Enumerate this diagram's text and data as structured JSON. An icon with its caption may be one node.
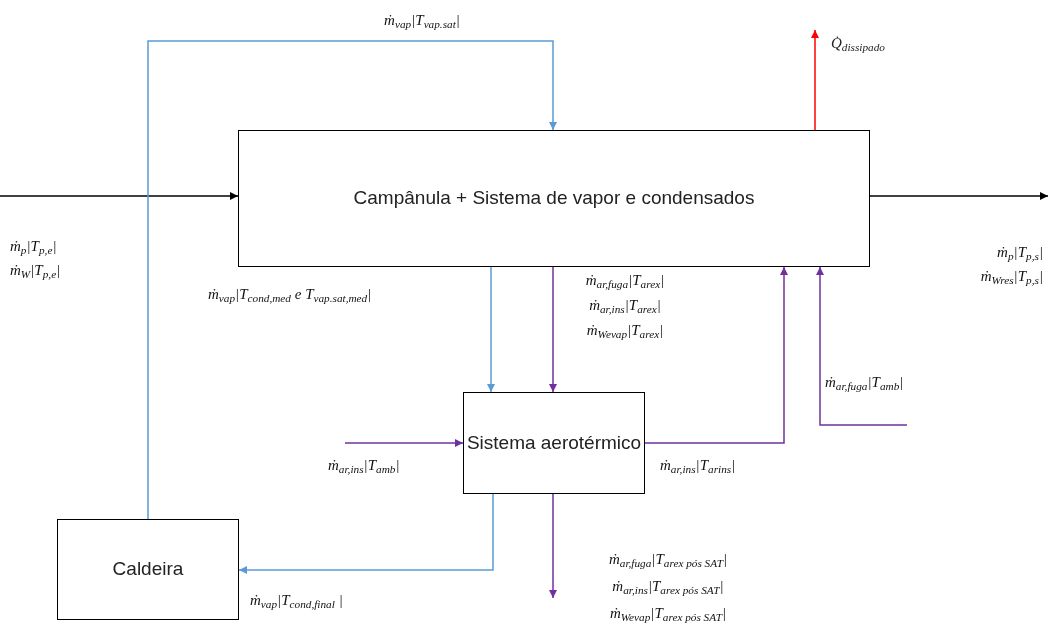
{
  "diagram": {
    "nodes": [
      {
        "text": [
          "Campânula + Sistema de vapor e condensados"
        ]
      },
      {
        "text": [
          "Sistema aerotérmico"
        ]
      },
      {
        "text": [
          "Caldeira"
        ]
      },
      {
        "text": [
          "Q̇$_{dissipado}$"
        ]
      }
    ],
    "edges": [
      {
        "from": null,
        "to": 0,
        "arrow": "to",
        "color": "#000000"
      },
      {
        "from": 2,
        "to": 0,
        "arrow": "to",
        "color": "#5b9bd5"
      },
      {
        "from": 0,
        "to": 1,
        "arrow": "to",
        "color": "#5b9bd5"
      },
      {
        "from": 0,
        "to": 1,
        "arrow": "to",
        "color": "#7030a0"
      },
      {
        "from": 1,
        "to": 0,
        "arrow": "to",
        "color": "#7030a0"
      },
      {
        "from": null,
        "to": 0,
        "arrow": "to",
        "color": "#7030a0"
      },
      {
        "from": null,
        "to": 1,
        "arrow": "to",
        "color": "#7030a0"
      },
      {
        "from": 1,
        "to": 2,
        "arrow": "to",
        "color": "#5b9bd5"
      },
      {
        "from": 1,
        "to": null,
        "arrow": "to",
        "color": "#7030a0"
      },
      {
        "from": 0,
        "to": 3,
        "arrow": "to",
        "color": "#ff0000"
      },
      {
        "from": 0,
        "to": null,
        "arrow": "to",
        "color": "#000000"
      }
    ],
    "labels": [
      "ṁ$_{vap}$|T$_{vap.sat}$|",
      "ṁ$_{p}$|T$_{p,e}$|",
      "ṁ$_{W}$|T$_{p,e}$|",
      "ṁ$_{p}$|T$_{p,s}$|",
      "ṁ$_{Wres}$|T$_{p,s}$|",
      "ṁ$_{vap}$|T$_{cond,med}$ e T$_{vap.sat,med}$|",
      "ṁ$_{ar,fuga}$|T$_{arex}$|",
      "ṁ$_{ar,ins}$|T$_{arex}$|",
      "ṁ$_{Wevap}$|T$_{arex}$|",
      "ṁ$_{ar,fuga}$|T$_{amb}$|",
      "ṁ$_{ar,ins}$|T$_{amb}$|",
      "ṁ$_{ar,ins}$|T$_{arins}$|",
      "ṁ$_{ar,fuga}$|T$_{arex pós SAT}$|",
      "ṁ$_{ar,ins}$|T$_{arex pós SAT}$|",
      "ṁ$_{Wevap}$|T$_{arex pós SAT}$|",
      "ṁ$_{vap}$|T$_{cond,final}$ |"
    ]
  }
}
